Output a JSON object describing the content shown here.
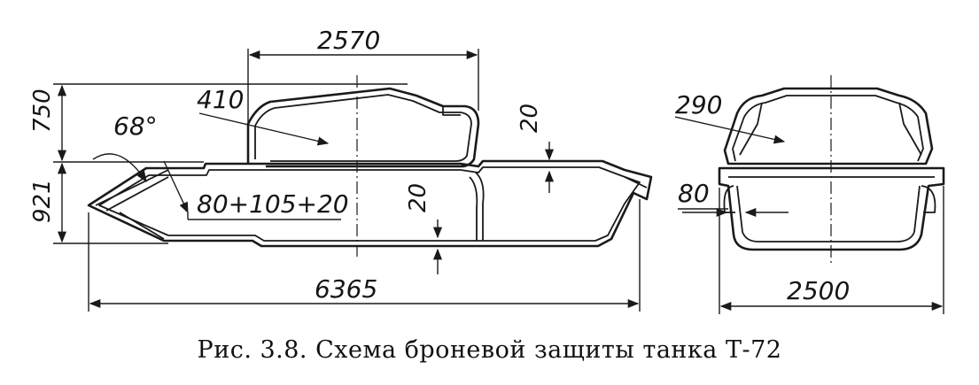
{
  "dimensions": {
    "turret_length": "2570",
    "turret_armor": "410",
    "turret_height": "750",
    "hull_height": "921",
    "glacis_angle": "68°",
    "glacis_armor": "80+105+20",
    "roof_armor": "20",
    "floor_armor": "20",
    "hull_length": "6365",
    "front_turret_armor": "290",
    "side_armor": "80",
    "hull_width": "2500"
  },
  "caption": "Рис. 3.8. Схема броневой защиты танка Т-72"
}
